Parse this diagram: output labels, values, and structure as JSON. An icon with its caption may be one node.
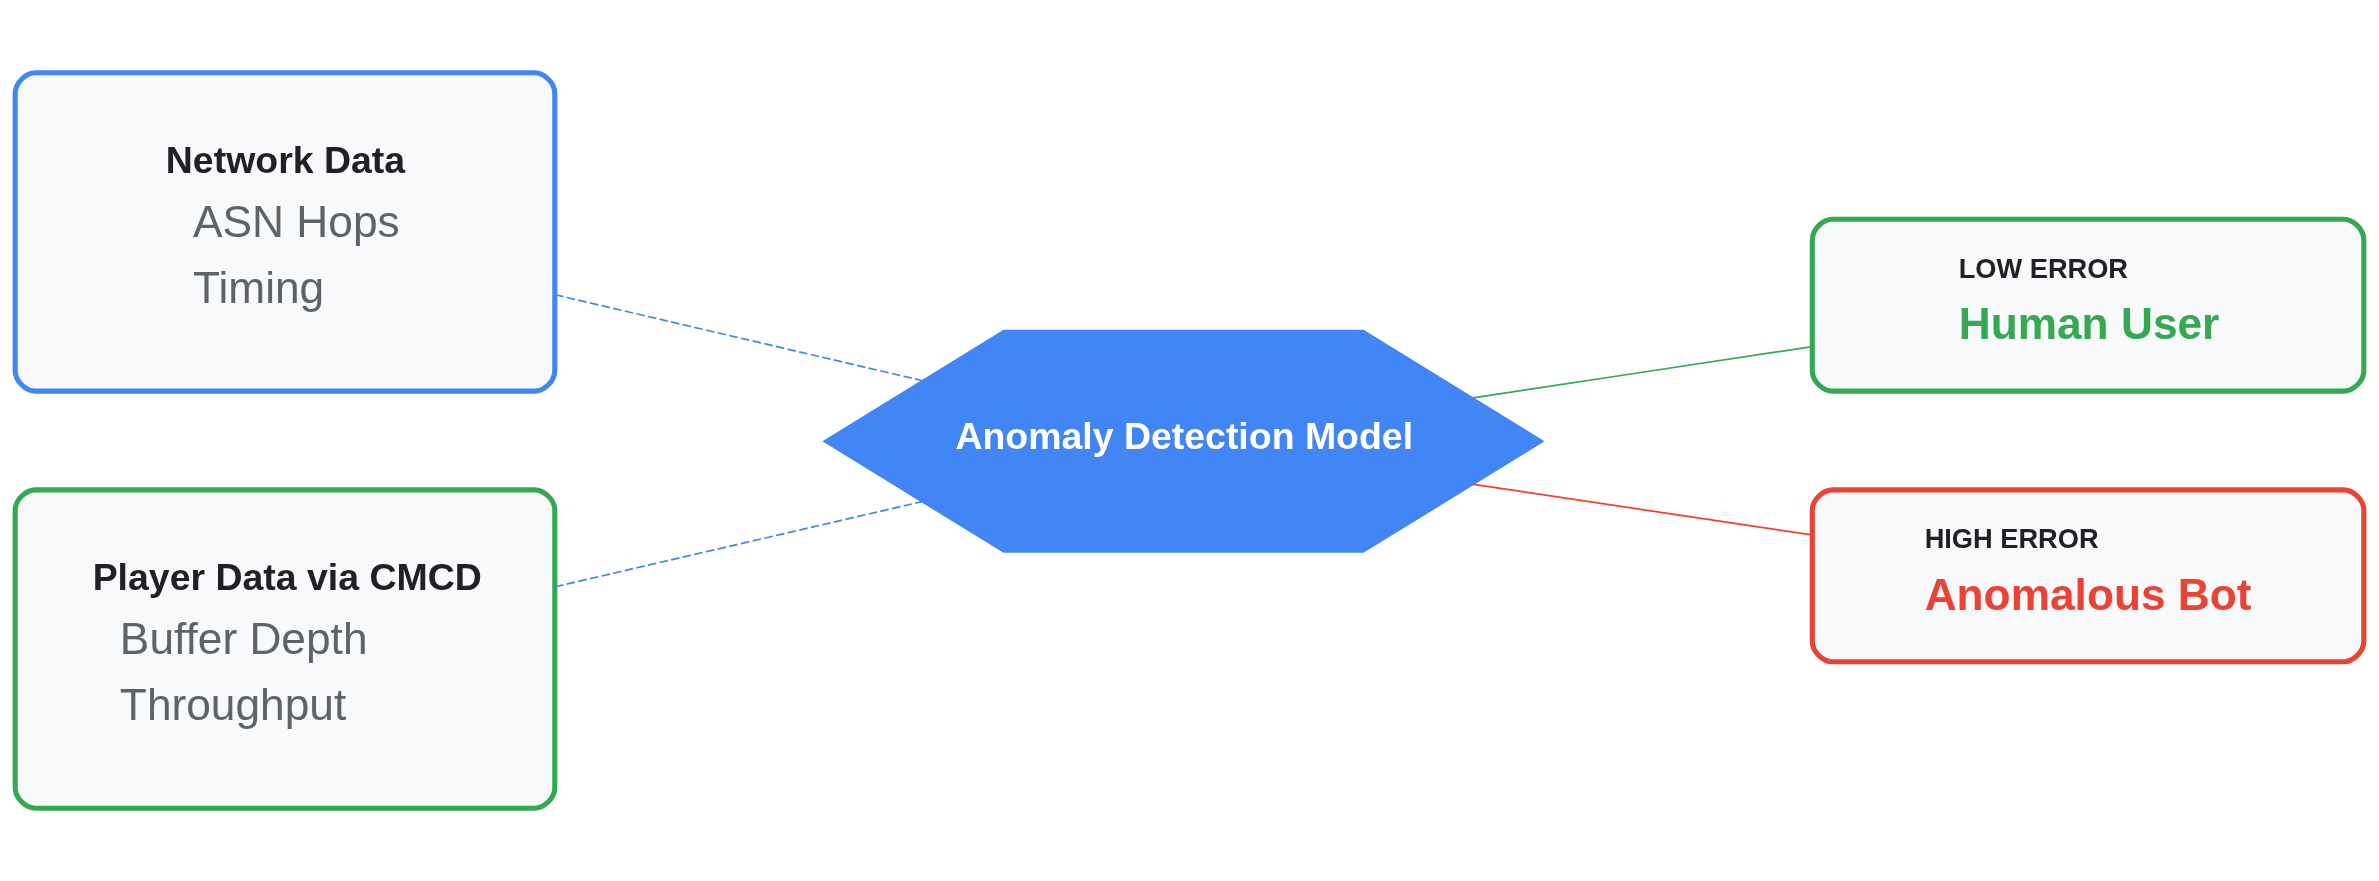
{
  "diagram": {
    "nodes": [
      {
        "text": [
          "Network Data",
          "ASN Hops",
          "Timing"
        ]
      },
      {
        "text": [
          "Player Data via CMCD",
          "Buffer Depth",
          "Throughput"
        ]
      },
      {
        "text": [
          "Anomaly Detection Model"
        ]
      },
      {
        "text": [
          "LOW ERROR",
          "Human User"
        ]
      },
      {
        "text": [
          "HIGH ERROR",
          "Anomalous Bot"
        ]
      }
    ],
    "edges": [
      {
        "from": 0,
        "to": 2,
        "arrow": "none",
        "style": "dashed",
        "color": "#4285f4"
      },
      {
        "from": 1,
        "to": 2,
        "arrow": "none",
        "style": "dashed",
        "color": "#4285f4"
      },
      {
        "from": 2,
        "to": 3,
        "arrow": "none",
        "color": "#34a853"
      },
      {
        "from": 2,
        "to": 4,
        "arrow": "none",
        "color": "#ea4335"
      }
    ]
  }
}
